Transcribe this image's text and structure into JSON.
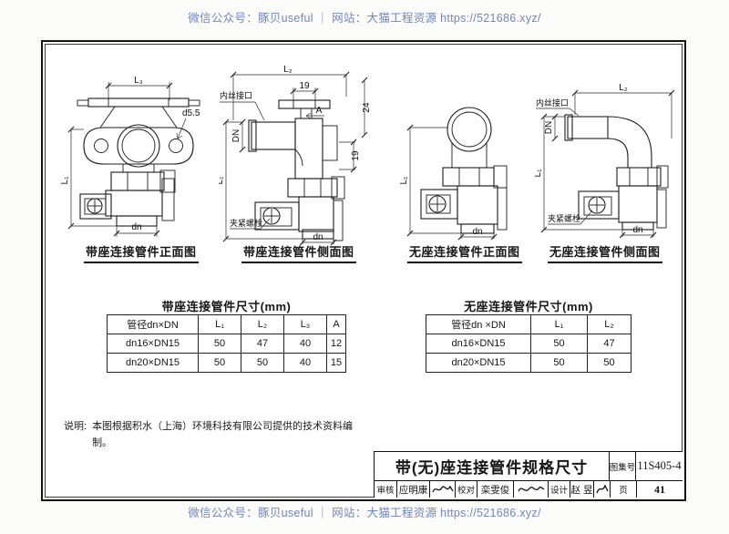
{
  "page": {
    "header_text": "微信公众号：豚贝useful ｜ 网站：大猫工程资源 https://521686.xyz/",
    "footer_text": "微信公众号：豚贝useful ｜ 网站：大猫工程资源 https://521686.xyz/",
    "accent_color": "#7287c1"
  },
  "figures": [
    {
      "caption": "带座连接管件正面图",
      "dims": {
        "top": "L₃",
        "hole": "d5.5",
        "left": "L₁",
        "bottom": "dn"
      }
    },
    {
      "caption": "带座连接管件侧面图",
      "callouts": {
        "inlet": "内丝接口",
        "bolt": "夹紧螺栓"
      },
      "dims": {
        "top": "L₂",
        "w19": "19",
        "a": "A",
        "h24": "24",
        "dn_label": "DN",
        "h19": "19",
        "left": "L₁",
        "bottom": "dn"
      }
    },
    {
      "caption": "无座连接管件正面图",
      "dims": {
        "left": "L₁",
        "bottom": "dn"
      }
    },
    {
      "caption": "无座连接管件侧面图",
      "callouts": {
        "inlet": "内丝接口",
        "bolt": "夹紧螺栓"
      },
      "dims": {
        "top": "L₂",
        "dn_label": "DN",
        "left": "L₁",
        "bottom": "dn"
      }
    }
  ],
  "tables": [
    {
      "title": "带座连接管件尺寸(mm)",
      "headers": [
        "管径dn×DN",
        "L₁",
        "L₂",
        "L₃",
        "A"
      ],
      "rows": [
        [
          "dn16×DN15",
          "50",
          "47",
          "40",
          "12"
        ],
        [
          "dn20×DN15",
          "50",
          "50",
          "40",
          "15"
        ]
      ]
    },
    {
      "title": "无座连接管件尺寸(mm)",
      "headers": [
        "管径dn ×DN",
        "L₁",
        "L₂"
      ],
      "rows": [
        [
          "dn16×DN15",
          "50",
          "47"
        ],
        [
          "dn20×DN15",
          "50",
          "50"
        ]
      ]
    }
  ],
  "notes": {
    "label": "说明:",
    "text": "本图根据积水（上海）环境科技有限公司提供的技术资料编制。"
  },
  "title_block": {
    "title": "带(无)座连接管件规格尺寸",
    "atlas_label": "图集号",
    "atlas_no": "11S405-4",
    "page_label": "页",
    "page_no": "41",
    "review_label": "审核",
    "reviewer": "应明康",
    "proof_label": "校对",
    "proofreader": "栾雯俊",
    "design_label": "设计",
    "designer": "赵 昱"
  }
}
